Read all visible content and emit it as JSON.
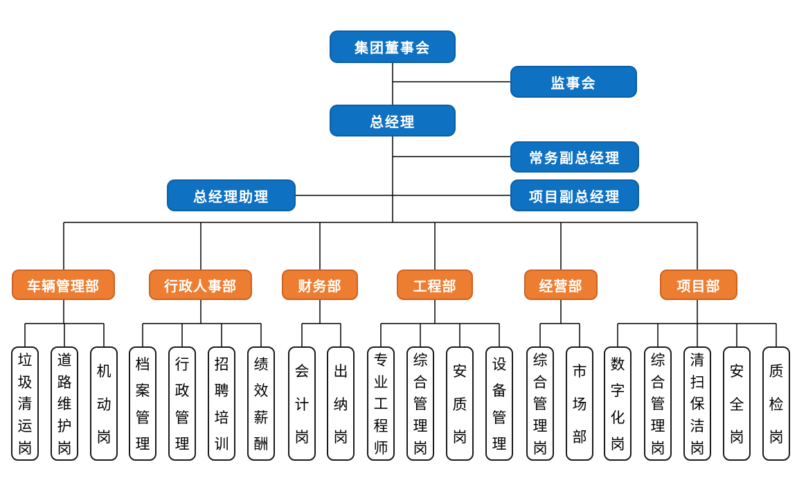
{
  "org_chart": {
    "board": {
      "label": "集团董事会"
    },
    "supervisory_board": {
      "label": "监事会"
    },
    "general_manager": {
      "label": "总经理"
    },
    "executive_deputy_gm": {
      "label": "常务副总经理"
    },
    "gm_assistant": {
      "label": "总经理助理"
    },
    "project_deputy_gm": {
      "label": "项目副总经理"
    },
    "departments": [
      {
        "label": "车辆管理部",
        "positions": [
          "垃圾清运岗",
          "道路维护岗",
          "机动岗"
        ]
      },
      {
        "label": "行政人事部",
        "positions": [
          "档案管理",
          "行政管理",
          "招聘培训",
          "绩效薪酬"
        ]
      },
      {
        "label": "财务部",
        "positions": [
          "会计岗",
          "出纳岗"
        ]
      },
      {
        "label": "工程部",
        "positions": [
          "专业工程师",
          "综合管理岗",
          "安质岗",
          "设备管理"
        ]
      },
      {
        "label": "经营部",
        "positions": [
          "综合管理岗",
          "市场部"
        ]
      },
      {
        "label": "项目部",
        "positions": [
          "数字化岗",
          "综合管理岗",
          "清扫保洁岗",
          "安全岗",
          "质检岗"
        ]
      }
    ],
    "colors": {
      "executive_fill": "#0e71c1",
      "executive_border": "#0b5ea5",
      "department_fill": "#ed7d31",
      "department_border": "#cd6120",
      "position_border": "#1a1a1a",
      "connector": "#000000"
    }
  }
}
